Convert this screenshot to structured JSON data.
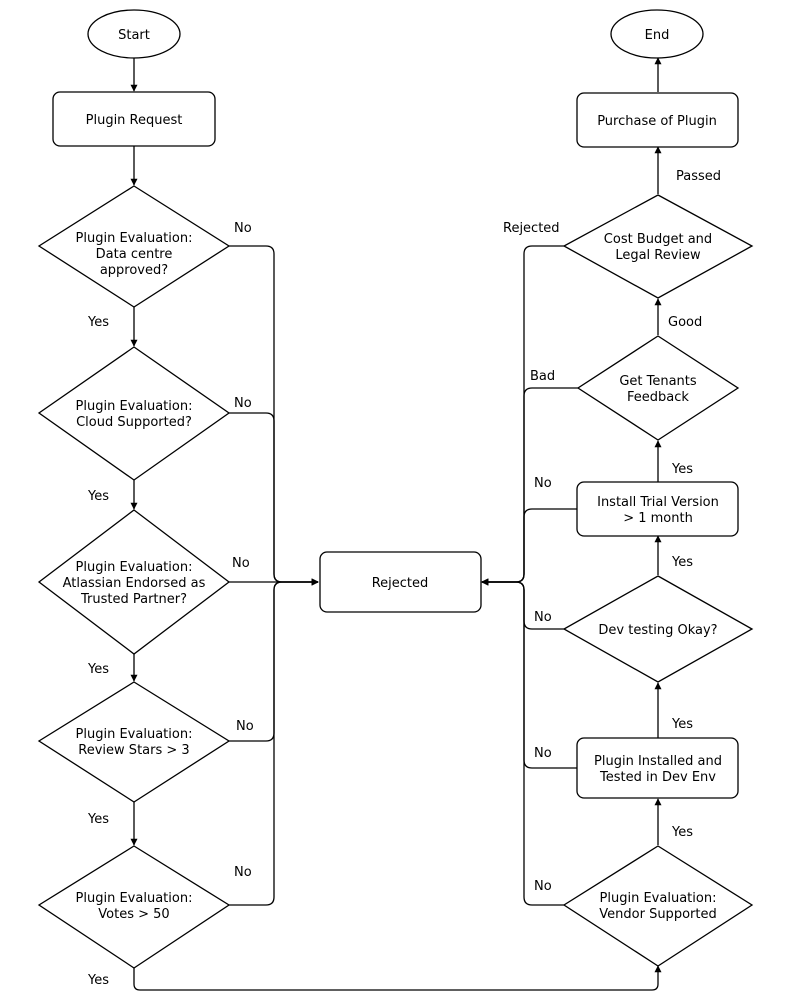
{
  "nodes": {
    "start": "Start",
    "plugin_request": "Plugin Request",
    "eval_data_centre": [
      "Plugin Evaluation:",
      "Data centre",
      "approved?"
    ],
    "eval_cloud": [
      "Plugin Evaluation:",
      "Cloud Supported?"
    ],
    "eval_atlassian": [
      "Plugin Evaluation:",
      "Atlassian Endorsed as",
      "Trusted Partner?"
    ],
    "eval_stars": [
      "Plugin Evaluation:",
      "Review Stars > 3"
    ],
    "eval_votes": [
      "Plugin Evaluation:",
      "Votes > 50"
    ],
    "rejected": "Rejected",
    "eval_vendor": [
      "Plugin Evaluation:",
      "Vendor Supported"
    ],
    "installed_dev": [
      "Plugin Installed and",
      "Tested in Dev Env"
    ],
    "dev_testing": [
      "Dev testing Okay?"
    ],
    "install_trial": [
      "Install Trial Version",
      "> 1 month"
    ],
    "tenants_feedback": [
      "Get Tenants",
      "Feedback"
    ],
    "cost_budget": [
      "Cost Budget and",
      "Legal Review"
    ],
    "purchase": "Purchase of Plugin",
    "end": "End"
  },
  "edges": {
    "data_centre_yes": "Yes",
    "data_centre_no": "No",
    "cloud_yes": "Yes",
    "cloud_no": "No",
    "atlassian_yes": "Yes",
    "atlassian_no": "No",
    "stars_yes": "Yes",
    "stars_no": "No",
    "votes_yes": "Yes",
    "votes_no": "No",
    "vendor_yes": "Yes",
    "vendor_no": "No",
    "installed_yes": "Yes",
    "installed_no": "No",
    "dev_yes": "Yes",
    "dev_no": "No",
    "trial_yes": "Yes",
    "trial_no": "No",
    "tenants_good": "Good",
    "tenants_bad": "Bad",
    "cost_passed": "Passed",
    "cost_rejected": "Rejected"
  }
}
